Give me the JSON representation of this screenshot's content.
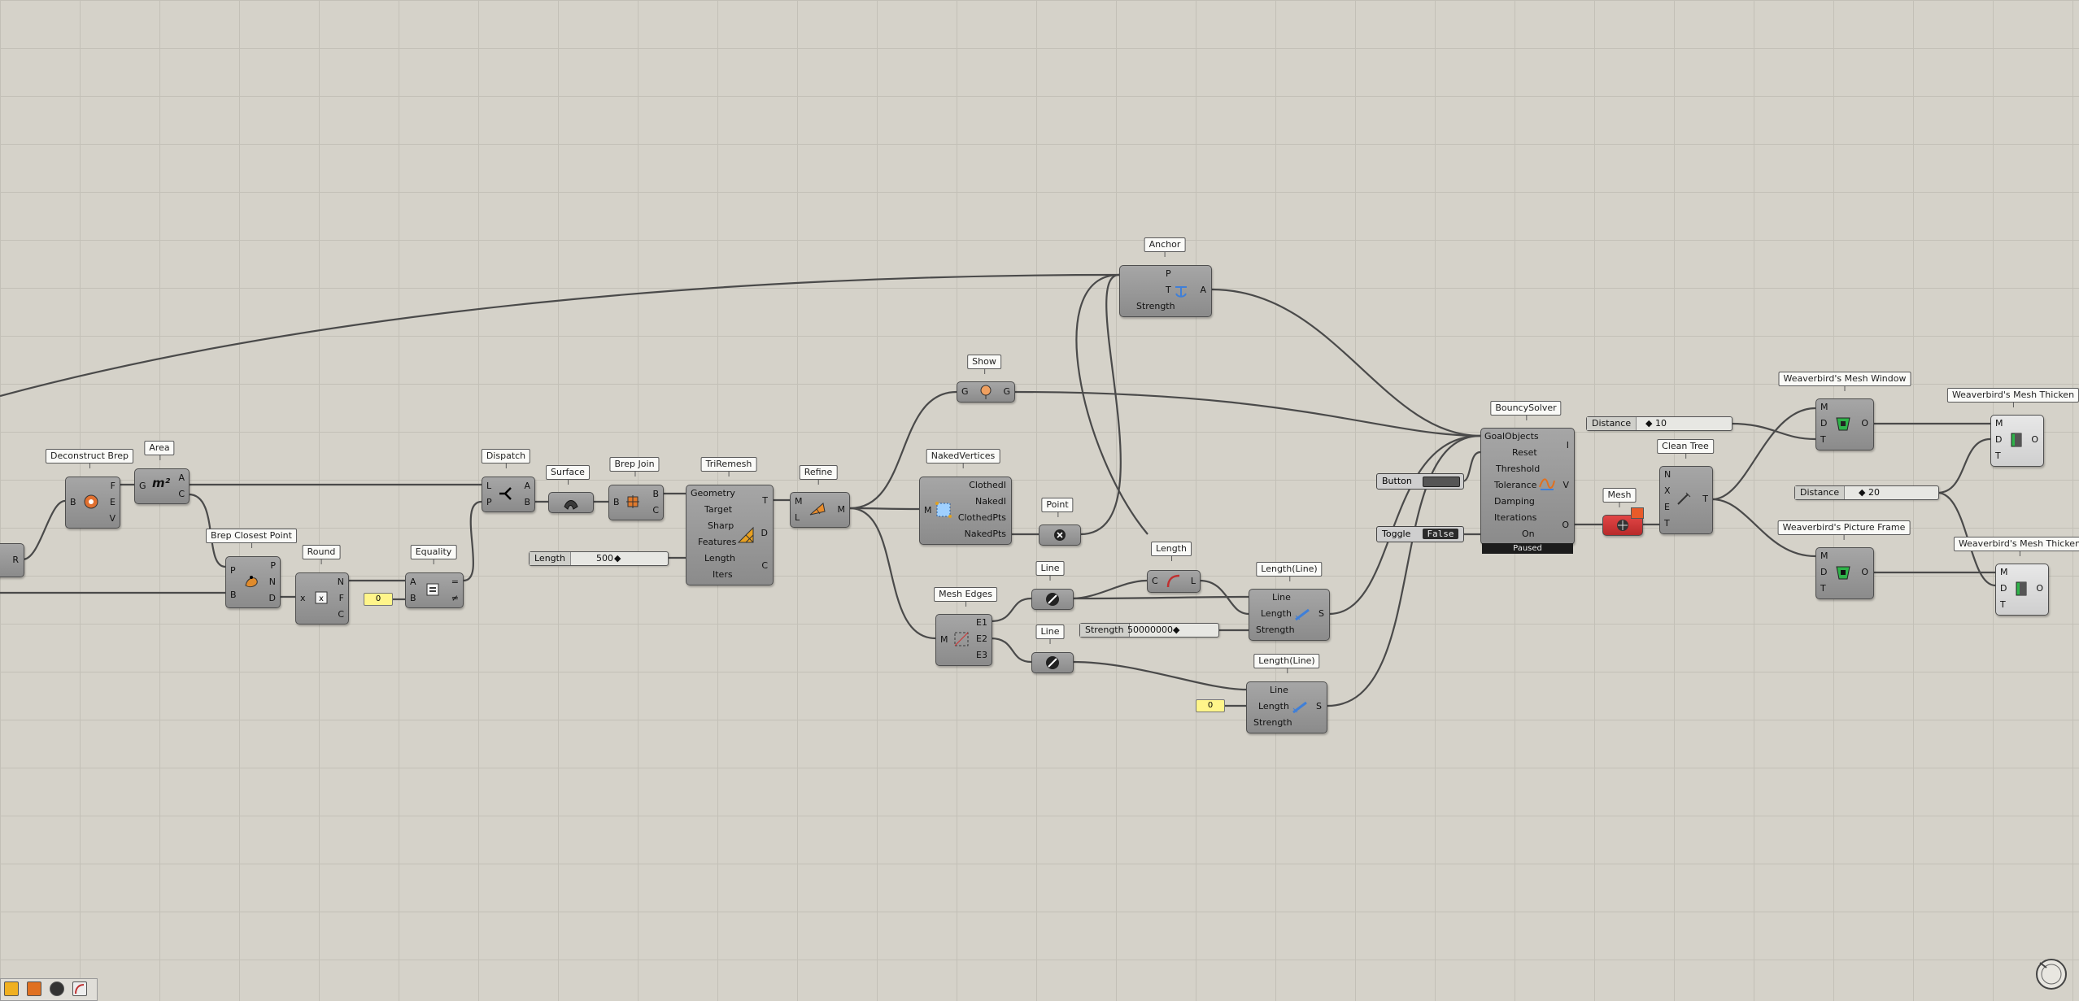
{
  "components": {
    "r_partial": {
      "port": "R"
    },
    "deconstruct_brep": {
      "title": "Deconstruct Brep",
      "in": [
        "B"
      ],
      "out": [
        "F",
        "E",
        "V"
      ]
    },
    "area": {
      "title": "Area",
      "in": [
        "G"
      ],
      "out": [
        "A",
        "C"
      ],
      "icon": "m²"
    },
    "brep_closest_point": {
      "title": "Brep Closest Point",
      "in": [
        "P",
        "B"
      ],
      "out": [
        "P",
        "N",
        "D"
      ]
    },
    "round": {
      "title": "Round",
      "in": [
        "x"
      ],
      "out": [
        "N",
        "F",
        "C"
      ]
    },
    "zero_panel_1": "0",
    "equality": {
      "title": "Equality",
      "in": [
        "A",
        "B"
      ],
      "out": [
        "=",
        "≠"
      ]
    },
    "dispatch": {
      "title": "Dispatch",
      "in": [
        "L",
        "P"
      ],
      "out": [
        "A",
        "B"
      ]
    },
    "surface": {
      "title": "Surface"
    },
    "brep_join": {
      "title": "Brep Join",
      "in": [
        "B"
      ],
      "out": [
        "B",
        "C"
      ]
    },
    "triremesh": {
      "title": "TriRemesh",
      "in": [
        "Geometry",
        "Target",
        "Sharp",
        "Features",
        "Length",
        "Iters"
      ],
      "out": [
        "T",
        "D",
        "C"
      ]
    },
    "length_slider": {
      "label": "Length",
      "value": "500"
    },
    "refine": {
      "title": "Refine",
      "in": [
        "M",
        "L"
      ],
      "out": [
        "M"
      ]
    },
    "show": {
      "title": "Show",
      "in": [
        "G"
      ],
      "out": [
        "G"
      ]
    },
    "naked_vertices": {
      "title": "NakedVertices",
      "in": [
        "M"
      ],
      "out": [
        "ClothedI",
        "NakedI",
        "ClothedPts",
        "NakedPts"
      ]
    },
    "point": {
      "title": "Point"
    },
    "anchor": {
      "title": "Anchor",
      "in": [
        "P",
        "T",
        "Strength"
      ],
      "out": [
        "A"
      ]
    },
    "mesh_edges": {
      "title": "Mesh Edges",
      "in": [
        "M"
      ],
      "out": [
        "E1",
        "E2",
        "E3"
      ]
    },
    "line_1": {
      "title": "Line"
    },
    "line_2": {
      "title": "Line"
    },
    "length": {
      "title": "Length",
      "in": [
        "C"
      ],
      "out": [
        "L"
      ]
    },
    "length_line_1": {
      "title": "Length(Line)",
      "in": [
        "Line",
        "Length",
        "Strength"
      ],
      "out": [
        "S"
      ]
    },
    "length_line_2": {
      "title": "Length(Line)",
      "in": [
        "Line",
        "Length",
        "Strength"
      ],
      "out": [
        "S"
      ]
    },
    "strength_slider": {
      "label": "Strength",
      "value": "50000000"
    },
    "zero_panel_2": "0",
    "bouncy_solver": {
      "title": "BouncySolver",
      "in": [
        "GoalObjects",
        "Reset",
        "Threshold",
        "Tolerance",
        "Damping",
        "Iterations",
        "On"
      ],
      "out": [
        "I",
        "V",
        "O"
      ],
      "status": "Paused"
    },
    "button": {
      "label": "Button"
    },
    "toggle": {
      "label": "Toggle",
      "value": "False"
    },
    "distance_slider_1": {
      "label": "Distance",
      "value": "10"
    },
    "distance_slider_2": {
      "label": "Distance",
      "value": "20"
    },
    "mesh_param": {
      "title": "Mesh"
    },
    "clean_tree": {
      "title": "Clean Tree",
      "in": [
        "N",
        "X",
        "E",
        "T"
      ],
      "out": [
        "T"
      ]
    },
    "wb_mesh_window": {
      "title": "Weaverbird's Mesh Window",
      "in": [
        "M",
        "D",
        "T"
      ],
      "out": [
        "O"
      ]
    },
    "wb_picture_frame": {
      "title": "Weaverbird's Picture Frame",
      "in": [
        "M",
        "D",
        "T"
      ],
      "out": [
        "O"
      ]
    },
    "wb_mesh_thicken_1": {
      "title": "Weaverbird's Mesh Thicken",
      "in": [
        "M",
        "D",
        "T"
      ],
      "out": [
        "O"
      ]
    },
    "wb_mesh_thicken_2": {
      "title": "Weaverbird's Mesh Thicken",
      "in": [
        "M",
        "D",
        "T"
      ],
      "out": [
        "O"
      ]
    }
  },
  "colors": {
    "canvas": "#d5d2c9",
    "grid": "#c3c0b7",
    "wire": "#4a4a4a",
    "component": "#9a9a9a",
    "panel": "#fff58a",
    "mesh_param": "#d43a3a"
  },
  "toolbar_icons": [
    "drawing-icon",
    "bake-icon",
    "preview-icon",
    "sketch-icon"
  ],
  "navigation": {
    "icon": "compass-icon"
  }
}
